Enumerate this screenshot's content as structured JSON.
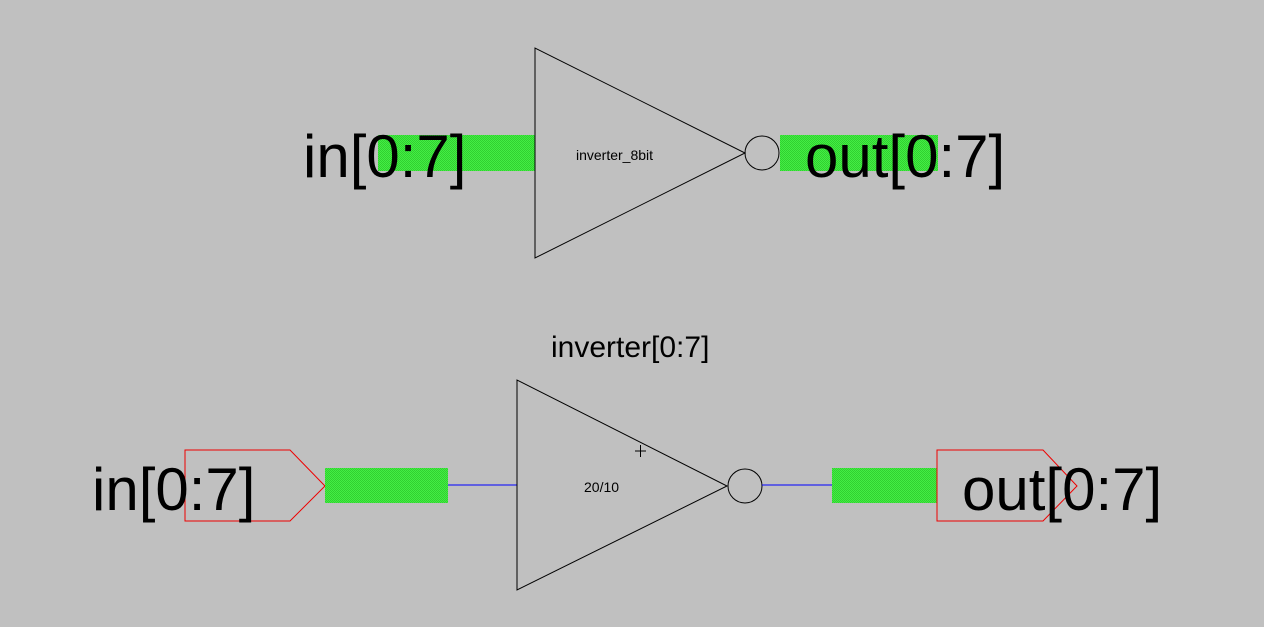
{
  "colors": {
    "background": "#c0c0c0",
    "bus_fill": "#44ee44",
    "wire": "#0000ff",
    "pin_outline": "#ee0000",
    "line": "#000000"
  },
  "symbol_view": {
    "cell_name": "inverter_8bit",
    "input_label": "in[0:7]",
    "output_label": "out[0:7]"
  },
  "schematic_view": {
    "instance_name": "inverter[0:7]",
    "size_label": "20/10",
    "origin_marker": "+",
    "input_pin_label": "in[0:7]",
    "output_pin_label": "out[0:7]"
  }
}
